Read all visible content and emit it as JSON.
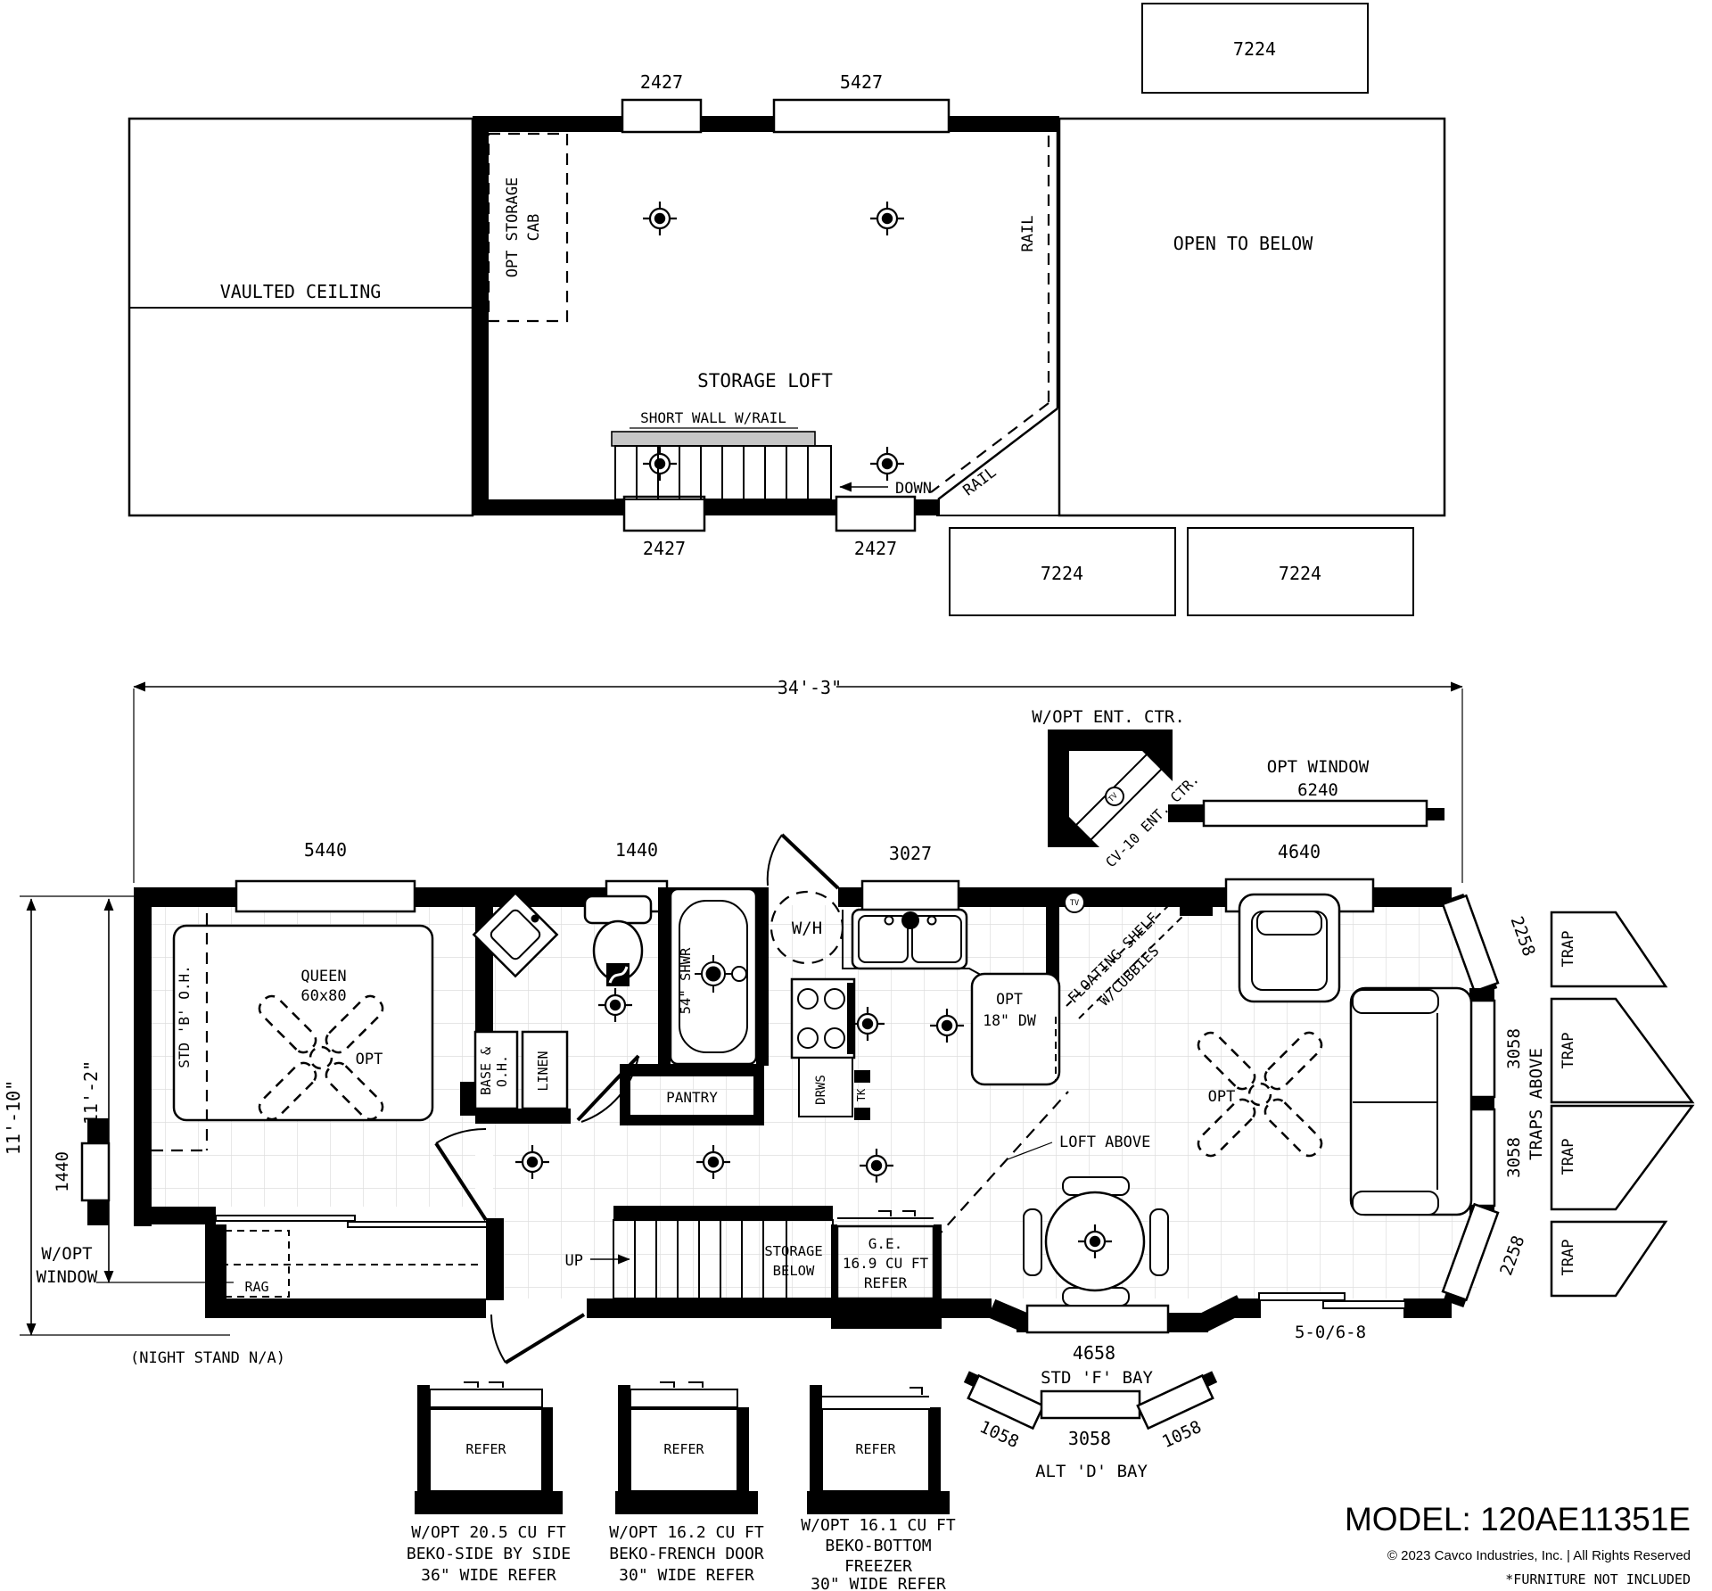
{
  "title_block": {
    "model": "MODEL: 120AE11351E",
    "copyright": "© 2023 Cavco Industries, Inc. | All Rights Reserved",
    "furniture": "*FURNITURE NOT INCLUDED"
  },
  "loft": {
    "vaulted": "VAULTED CEILING",
    "storage_loft": "STORAGE LOFT",
    "open_below": "OPEN TO BELOW",
    "opt_storage": [
      "OPT STORAGE",
      "CAB"
    ],
    "short_wall": "SHORT WALL W/RAIL",
    "down": "DOWN",
    "rail": "RAIL",
    "win_top": [
      "2427",
      "5427"
    ],
    "win_bottom": [
      "2427",
      "2427"
    ],
    "boxes": [
      "7224",
      "7224",
      "7224"
    ]
  },
  "main": {
    "width_dim": "34'-3\"",
    "h_dims": [
      "11'-10\"",
      "11'-2\""
    ],
    "win_top": [
      "5440",
      "1440",
      "3027",
      "4640"
    ],
    "left_win": "1440",
    "w_opt_window": [
      "W/OPT",
      "WINDOW"
    ],
    "night_stand": "(NIGHT STAND N/A)",
    "bedroom": {
      "queen": [
        "QUEEN",
        "60x80"
      ],
      "oh": "STD 'B' O.H.",
      "opt": "OPT",
      "rag": "RAG"
    },
    "bath": {
      "base": [
        "BASE &",
        "O.H."
      ],
      "linen": "LINEN",
      "shwr": "54\" SHWR",
      "pantry": "PANTRY",
      "wh": "W/H"
    },
    "kitchen": {
      "dw": [
        "OPT",
        "18\" DW"
      ],
      "drws": "DRWS",
      "tk": "TK",
      "tv": "TV",
      "shelf": [
        "FLOATING SHELF",
        "W/CUBBIES"
      ]
    },
    "living": {
      "opt": "OPT",
      "loft_above": "LOFT ABOVE"
    },
    "stairs": {
      "up": "UP",
      "storage": [
        "STORAGE",
        "BELOW"
      ],
      "refer": [
        "G.E.",
        "16.9 CU FT",
        "REFER"
      ]
    },
    "ent": {
      "title": "W/OPT ENT. CTR.",
      "label": "CV-10 ENT. CTR.",
      "tv": "TV"
    },
    "optwin": [
      "OPT WINDOW",
      "6240"
    ],
    "bays": {
      "right": [
        "2258",
        "3058",
        "3058",
        "2258"
      ],
      "traps": "TRAPS ABOVE",
      "trap": "TRAP",
      "door": "5-0/6-8",
      "f": [
        "4658",
        "STD 'F' BAY"
      ],
      "d": [
        "1058",
        "3058",
        "1058",
        "ALT 'D' BAY"
      ]
    }
  },
  "refers": [
    {
      "label": "REFER",
      "lines": [
        "W/OPT 20.5 CU FT",
        "BEKO-SIDE BY SIDE",
        "36\" WIDE REFER"
      ]
    },
    {
      "label": "REFER",
      "lines": [
        "W/OPT 16.2 CU FT",
        "BEKO-FRENCH DOOR",
        "30\" WIDE REFER"
      ]
    },
    {
      "label": "REFER",
      "lines": [
        "W/OPT 16.1 CU FT",
        "BEKO-BOTTOM",
        "FREEZER",
        "30\" WIDE REFER"
      ]
    }
  ]
}
